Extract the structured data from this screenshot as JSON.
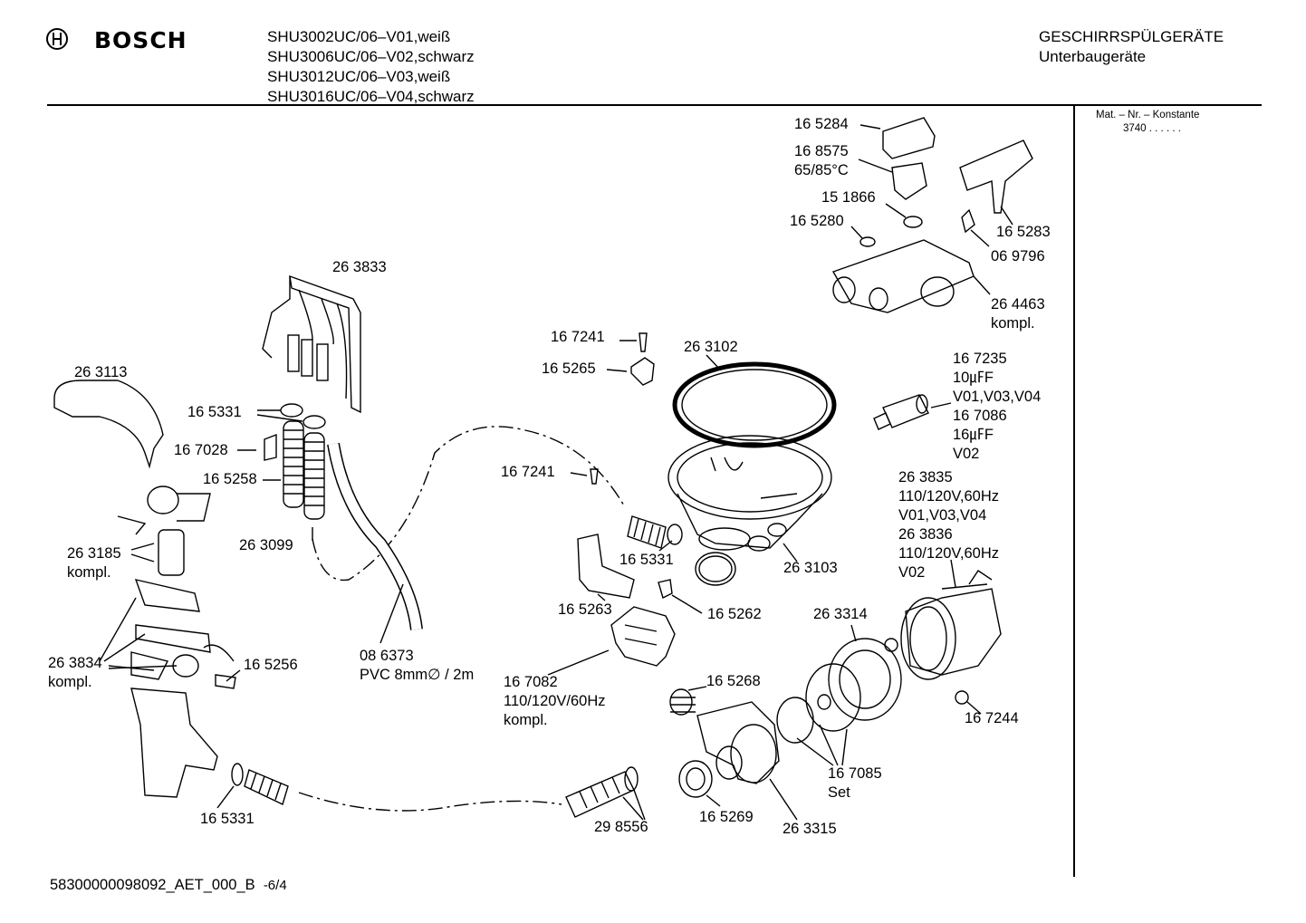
{
  "header": {
    "brand": "BOSCH",
    "models": [
      "SHU3002UC/06–V01,weiß",
      "SHU3006UC/06–V02,schwarz",
      "SHU3012UC/06–V03,weiß",
      "SHU3016UC/06–V04,schwarz"
    ],
    "category": "GESCHIRRSPÜLGERÄTE",
    "subcategory": "Unterbaugeräte"
  },
  "sidebar": {
    "title": "Mat. – Nr. – Konstante",
    "value": "3740  .  .  .  .  .  ."
  },
  "footer": {
    "doc_id": "58300000098092_AET_000_B",
    "page": "-6/4"
  },
  "parts": {
    "p165284": "16 5284",
    "p168575": "16 8575\n65/85°C",
    "p151866": "15 1866",
    "p165280": "16 5280",
    "p165283": "16 5283",
    "p069796": "06 9796",
    "p264463": "26 4463\nkompl.",
    "p263833": "26 3833",
    "p167241a": "16 7241",
    "p165265": "16 5265",
    "p263102": "26 3102",
    "p167235": "16 7235\n10㎌F\nV01,V03,V04\n16 7086\n16㎌F\nV02",
    "p263113": "26 3113",
    "p165331a": "16 5331",
    "p167028": "16 7028",
    "p165258": "16 5258",
    "p167241b": "16 7241",
    "p263835": "26 3835\n110/120V,60Hz\nV01,V03,V04\n26 3836\n110/120V,60Hz\nV02",
    "p263185": "26 3185\nkompl.",
    "p263099": "26 3099",
    "p165331b": "16 5331",
    "p263103": "26 3103",
    "p165263": "16 5263",
    "p165262": "16 5262",
    "p263314": "26 3314",
    "p263834": "26 3834\nkompl.",
    "p165256": "16 5256",
    "p086373": "08 6373\nPVC 8mm∅ / 2m",
    "p167082": "16 7082\n110/120V/60Hz\nkompl.",
    "p165268": "16 5268",
    "p167244": "16 7244",
    "p167085": "16 7085\nSet",
    "p165331c": "16 5331",
    "p298556": "29 8556",
    "p165269": "16 5269",
    "p263315": "26 3315"
  }
}
